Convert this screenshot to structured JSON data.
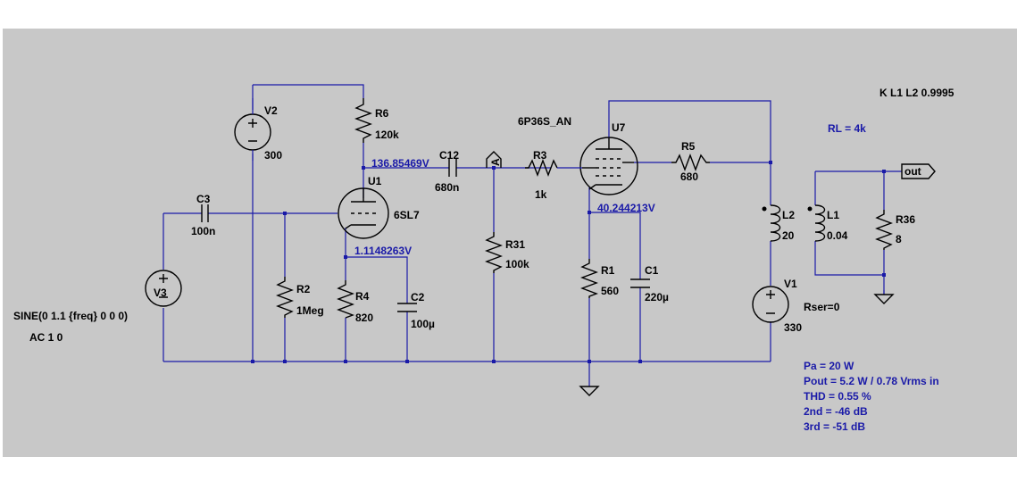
{
  "background": "#c8c8c8",
  "wire_color": "#1a1aa8",
  "component_color": "#000000",
  "components": {
    "v2": {
      "name": "V2",
      "value": "300"
    },
    "r6": {
      "name": "R6",
      "value": "120k"
    },
    "c3": {
      "name": "C3",
      "value": "100n"
    },
    "v3": {
      "name": "V3",
      "source_line1": "SINE(0 1.1 {freq} 0 0 0)",
      "source_line2": "AC 1 0"
    },
    "r2": {
      "name": "R2",
      "value": "1Meg"
    },
    "u1": {
      "name": "U1",
      "model": "6SL7"
    },
    "r4": {
      "name": "R4",
      "value": "820"
    },
    "c2": {
      "name": "C2",
      "value": "100µ"
    },
    "c12": {
      "name": "C12",
      "value": "680n"
    },
    "probe": {
      "name": "A"
    },
    "r31": {
      "name": "R31",
      "value": "100k"
    },
    "r3": {
      "name": "R3",
      "value": "1k"
    },
    "u7": {
      "name": "U7",
      "model": "6P36S_AN"
    },
    "r5": {
      "name": "R5",
      "value": "680"
    },
    "r1": {
      "name": "R1",
      "value": "560"
    },
    "c1": {
      "name": "C1",
      "value": "220µ"
    },
    "l2": {
      "name": "L2",
      "value": "20"
    },
    "v1": {
      "name": "V1",
      "value": "330",
      "rser": "Rser=0"
    },
    "l1": {
      "name": "L1",
      "value": "0.04"
    },
    "r36": {
      "name": "R36",
      "value": "8"
    },
    "out": {
      "label": "out"
    }
  },
  "node_voltages": {
    "u1_plate": "136.85469V",
    "u1_cathode": "1.1148263V",
    "u7_cathode": "40.244213V"
  },
  "directives": {
    "coupling": "K L1 L2 0.9995",
    "load": "RL = 4k"
  },
  "results": [
    "Pa = 20 W",
    "Pout = 5.2 W / 0.78 Vrms in",
    "THD = 0.55 %",
    "2nd = -46 dB",
    "3rd = -51 dB"
  ]
}
